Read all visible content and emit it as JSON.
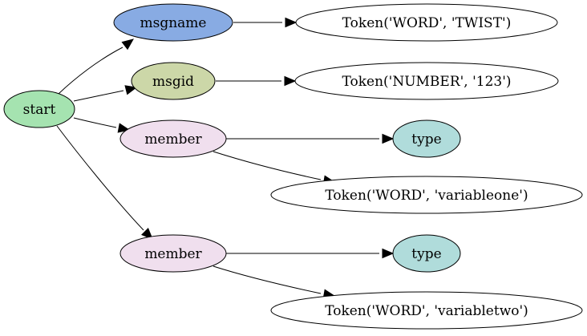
{
  "graph": {
    "nodes": {
      "start": {
        "label": "start",
        "fill": "#a5e3b0"
      },
      "msgname": {
        "label": "msgname",
        "fill": "#88abe3"
      },
      "msgid": {
        "label": "msgid",
        "fill": "#ccd7a8"
      },
      "member1": {
        "label": "member",
        "fill": "#f0dfee"
      },
      "member2": {
        "label": "member",
        "fill": "#f0dfee"
      },
      "tok_twist": {
        "label": "Token('WORD', 'TWIST')",
        "fill": "#ffffff"
      },
      "tok_123": {
        "label": "Token('NUMBER', '123')",
        "fill": "#ffffff"
      },
      "type1": {
        "label": "type",
        "fill": "#b0dcdb"
      },
      "tok_var1": {
        "label": "Token('WORD', 'variableone')",
        "fill": "#ffffff"
      },
      "type2": {
        "label": "type",
        "fill": "#b0dcdb"
      },
      "tok_var2": {
        "label": "Token('WORD', 'variabletwo')",
        "fill": "#ffffff"
      }
    },
    "edges": [
      {
        "from": "start",
        "to": "msgname"
      },
      {
        "from": "start",
        "to": "msgid"
      },
      {
        "from": "start",
        "to": "member1"
      },
      {
        "from": "start",
        "to": "member2"
      },
      {
        "from": "msgname",
        "to": "tok_twist"
      },
      {
        "from": "msgid",
        "to": "tok_123"
      },
      {
        "from": "member1",
        "to": "type1"
      },
      {
        "from": "member1",
        "to": "tok_var1"
      },
      {
        "from": "member2",
        "to": "type2"
      },
      {
        "from": "member2",
        "to": "tok_var2"
      }
    ]
  }
}
